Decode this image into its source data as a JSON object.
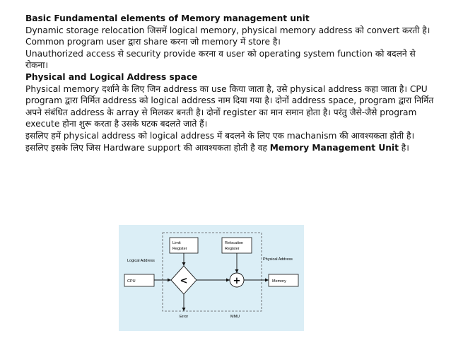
{
  "heading_1": "Basic Fundamental elements of Memory management unit",
  "para_1": "Dynamic storage relocation जिसमें logical memory, physical memory address को convert करती है।",
  "para_2": "Common program user द्वारा share करना जो memory में store है।",
  "para_3": "Unauthorized access से security provide करना व user को operating system function को बदलने से रोकना।",
  "heading_2": "Physical and Logical Address space",
  "para_4": "Physical memory दर्शाने के लिए जिन address का use किया जाता है, उसे physical address कहा जाता है। CPU program द्वारा निर्मित address को logical address नाम दिया गया है। दोनों address space, program द्वारा निर्मित अपने संबंधित address के array से मिलकर बनती है। दोनों register का मान समान होता है। परंतु जैसे-जैसे program execute होना शुरू करता है उसके घटक बदलते जाते हैं।",
  "para_5_text": "इसलिए हमें physical address को logical address में बदलने के लिए एक machanism की आवश्यकता होती है। इसलिए इसके लिए जिस Hardware support की आवश्यकता होती है वह ",
  "para_5_bold": "Memory Management Unit",
  "para_5_end": " है।",
  "diagram": {
    "limit_register": [
      "Limit",
      "Register"
    ],
    "relocation_register": [
      "Relocation",
      "Register"
    ],
    "logical_address": "Logical Address",
    "physical_address": "Physical Address",
    "cpu": "CPU",
    "compare_symbol": "<",
    "add_symbol": "+",
    "memory": "Memory",
    "error": "Error",
    "mmu": "MMU",
    "colors": {
      "background": "#dbeef6",
      "box_fill": "#ffffff",
      "stroke": "#111111"
    }
  }
}
